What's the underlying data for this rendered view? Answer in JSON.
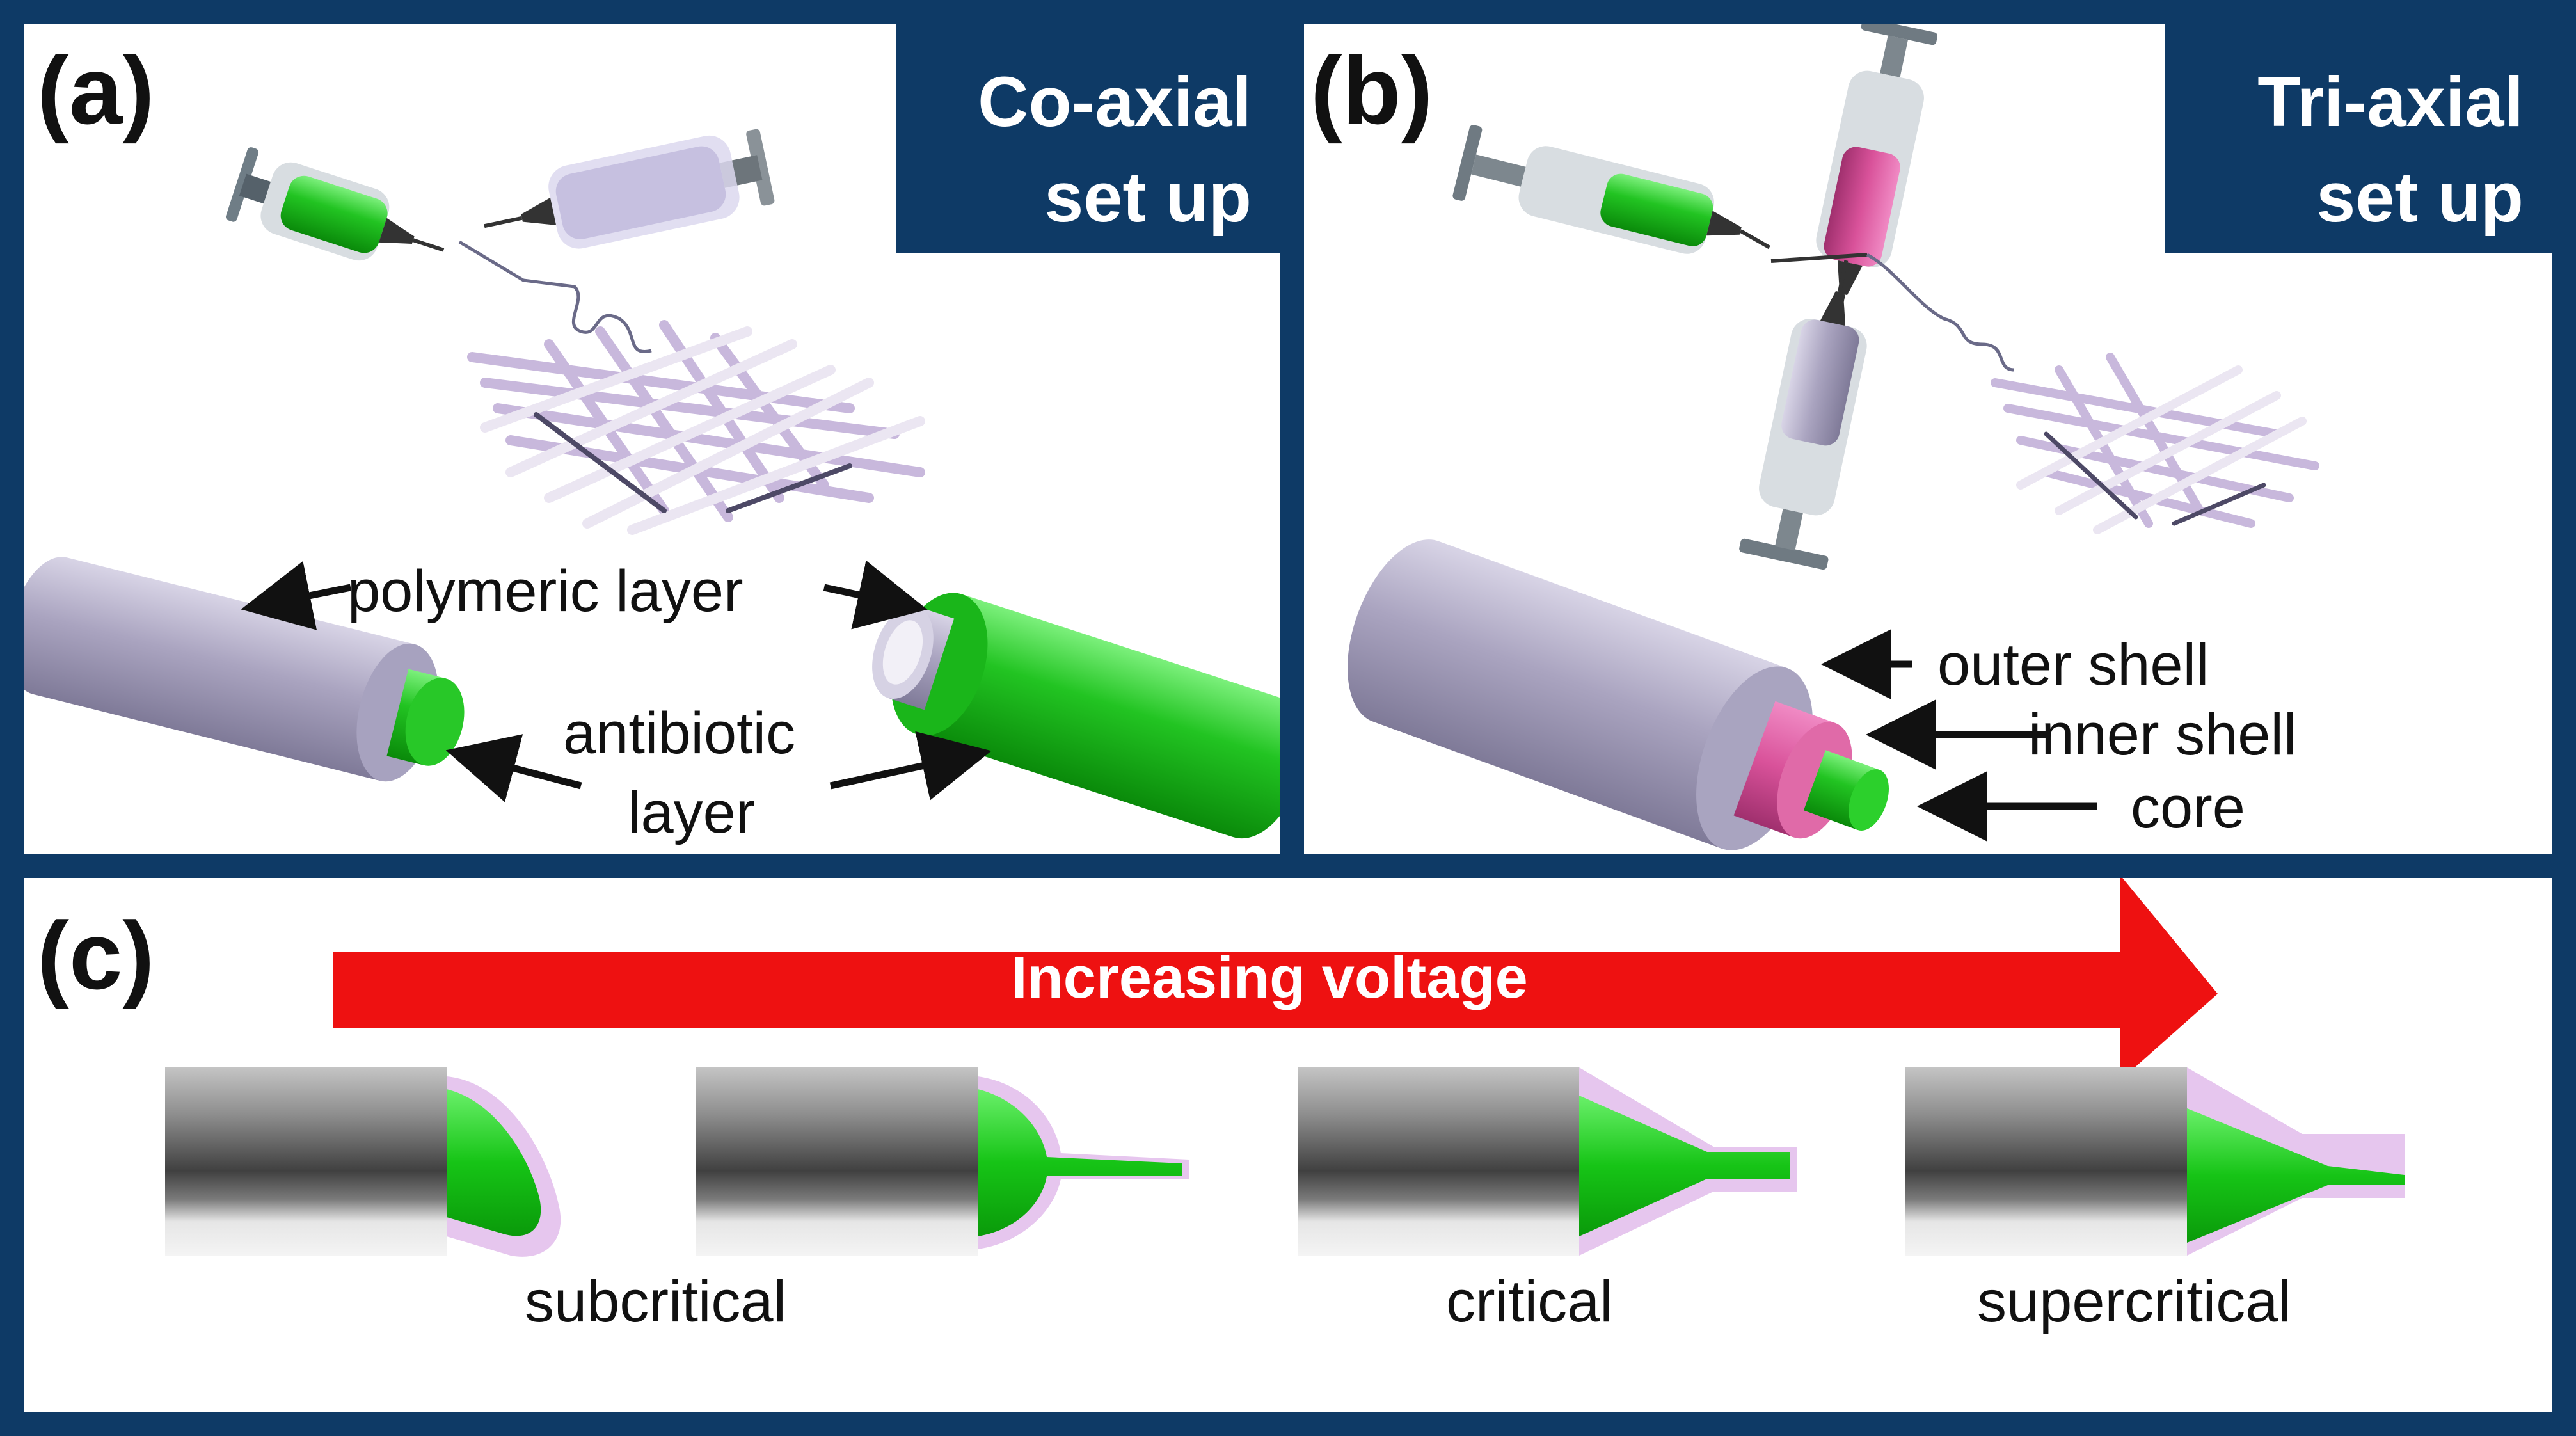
{
  "panels": {
    "a": {
      "letter": "(a)",
      "title_line1": "Co-axial",
      "title_line2": "set up",
      "labels": {
        "polymeric_layer": "polymeric layer",
        "antibiotic": "antibiotic",
        "layer": "layer"
      }
    },
    "b": {
      "letter": "(b)",
      "title_line1": "Tri-axial",
      "title_line2": "set up",
      "labels": {
        "outer_shell": "outer shell",
        "inner_shell": "inner shell",
        "core": "core"
      }
    },
    "c": {
      "letter": "(c)",
      "arrow_label": "Increasing voltage",
      "regimes": [
        "subcritical",
        "critical",
        "supercritical"
      ]
    }
  },
  "colors": {
    "frame": "#0e3a66",
    "green": "#1ec21e",
    "lavender": "#b3aec8",
    "pink": "#d9529a",
    "arrow": "#ee1111",
    "nozzle": "#8a8a8a"
  }
}
